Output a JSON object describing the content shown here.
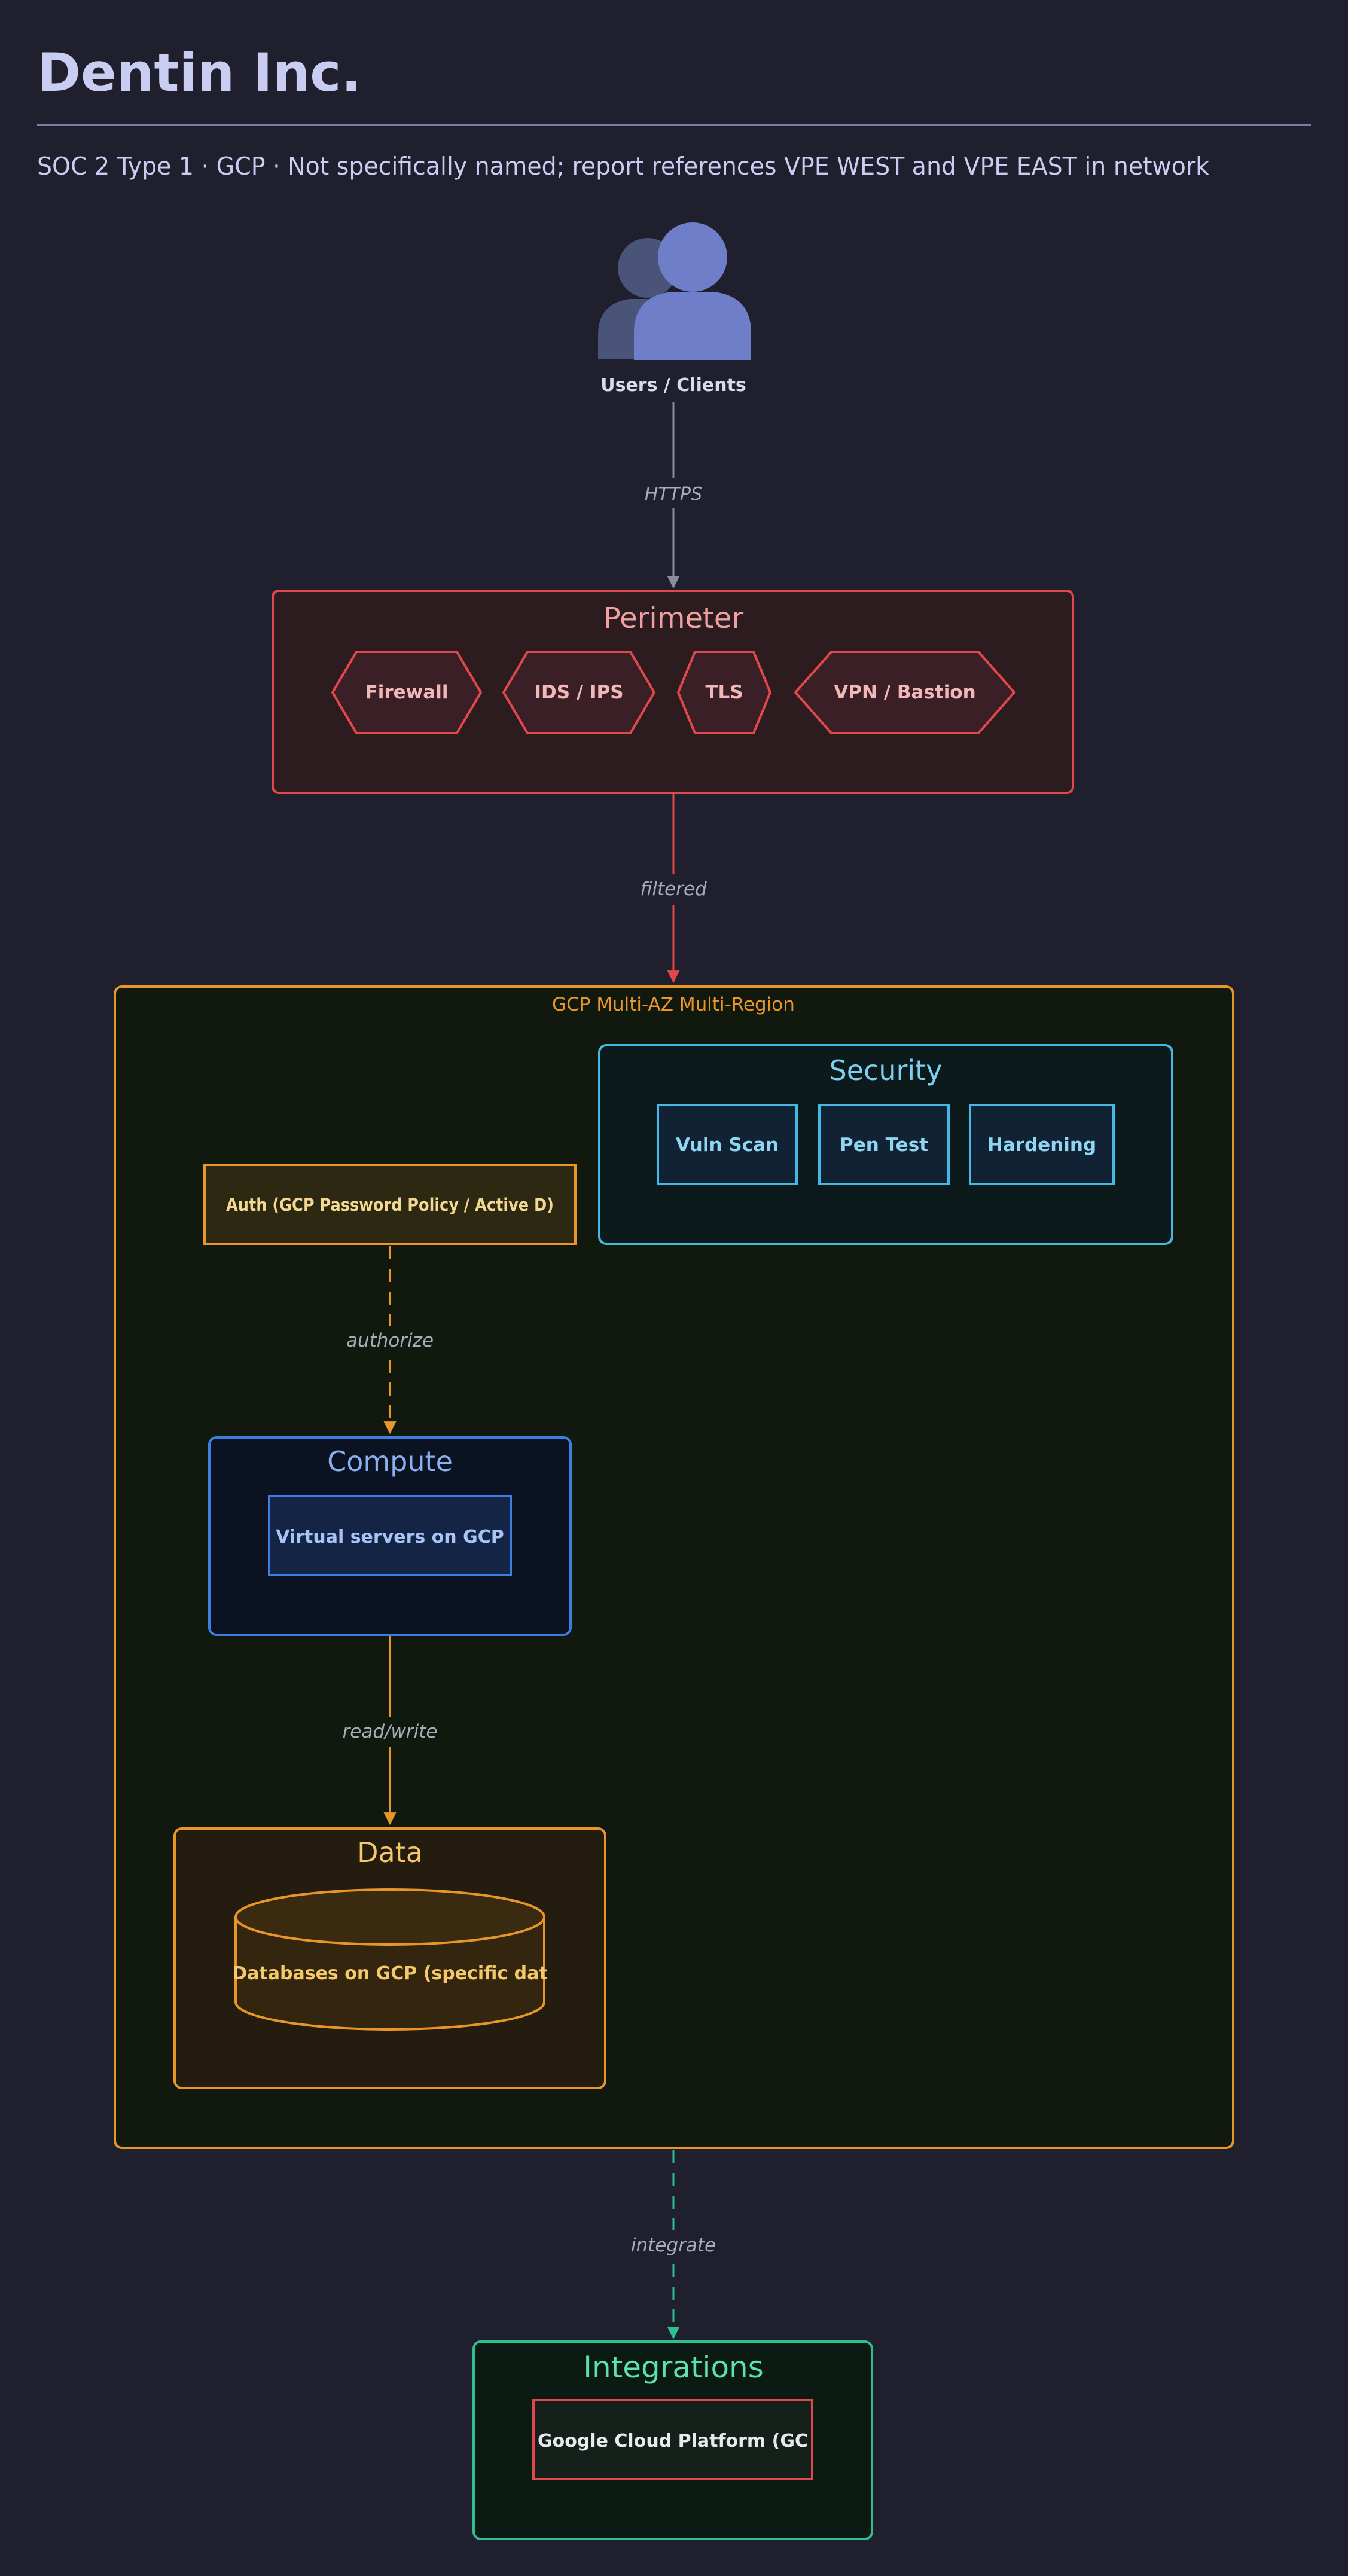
{
  "header": {
    "title": "Dentin Inc.",
    "subtitle": "SOC 2 Type 1 · GCP · Not specifically named; report references VPE WEST and VPE EAST in network"
  },
  "users": {
    "label": "Users / Clients"
  },
  "edges": {
    "https": "HTTPS",
    "filtered": "filtered",
    "authorize": "authorize",
    "readwrite": "read/write",
    "integrate": "integrate"
  },
  "perimeter": {
    "title": "Perimeter",
    "items": [
      "Firewall",
      "IDS / IPS",
      "TLS",
      "VPN / Bastion"
    ]
  },
  "cloud": {
    "label": "GCP Multi-AZ Multi-Region"
  },
  "security": {
    "title": "Security",
    "items": [
      "Vuln Scan",
      "Pen Test",
      "Hardening"
    ]
  },
  "auth": {
    "label": "Auth (GCP Password Policy / Active D)"
  },
  "compute": {
    "title": "Compute",
    "item": "Virtual servers on GCP"
  },
  "data": {
    "title": "Data",
    "item": "Databases on GCP (specific dat"
  },
  "integrations": {
    "title": "Integrations",
    "item": "Google Cloud Platform (GC"
  },
  "colors": {
    "background": "#1f1f2e",
    "perimeter": "#e0484b",
    "cloud": "#e8962a",
    "security": "#45b8e4",
    "compute": "#3d7fe0",
    "data": "#e8962a",
    "integrations": "#2fbf8f",
    "edge_default": "#8a8e9c"
  }
}
